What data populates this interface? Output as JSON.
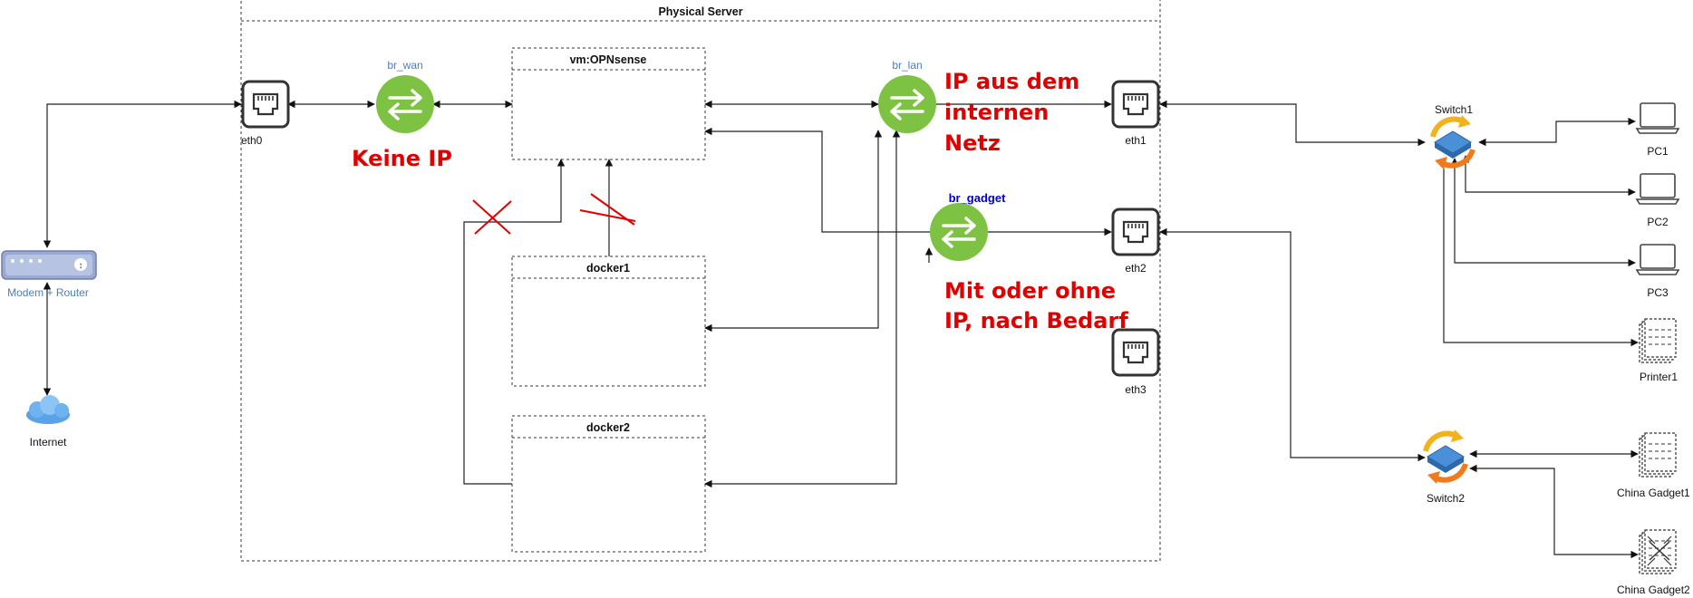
{
  "server": {
    "title": "Physical Server"
  },
  "vm": {
    "title": "vm:OPNsense"
  },
  "docker1": {
    "title": "docker1"
  },
  "docker2": {
    "title": "docker2"
  },
  "bridges": {
    "wan": "br_wan",
    "lan": "br_lan",
    "gadget": "br_gadget"
  },
  "ports": {
    "eth0": "eth0",
    "eth1": "eth1",
    "eth2": "eth2",
    "eth3": "eth3"
  },
  "external": {
    "modem": "Modem + Router",
    "internet": "Internet",
    "switch1": "Switch1",
    "switch2": "Switch2",
    "pc1": "PC1",
    "pc2": "PC2",
    "pc3": "PC3",
    "printer1": "Printer1",
    "gadget1": "China Gadget1",
    "gadget2": "China Gadget2"
  },
  "notes": {
    "keine_ip": "Keine IP",
    "lan_line1": "IP aus dem",
    "lan_line2": "internen",
    "lan_line3": "Netz",
    "gadget_line1": "Mit oder ohne",
    "gadget_line2": "IP, nach Bedarf"
  },
  "colors": {
    "bridge_green": "#7dc242",
    "note_red": "#e00000",
    "label_blue": "#4a7fc0",
    "gadget_label": "#0000cc",
    "modem_fill": "#9aa9d0"
  }
}
